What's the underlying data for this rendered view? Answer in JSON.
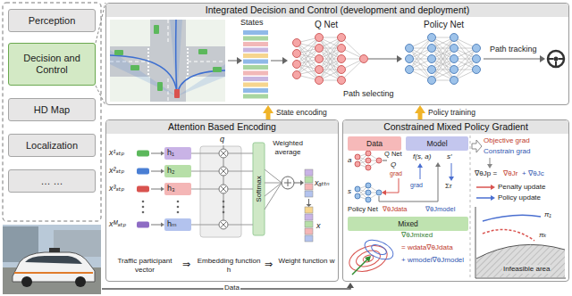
{
  "diagram": {
    "nodes": [
      {
        "text": [
          "Perception"
        ]
      },
      {
        "text": [
          "Decision and Control"
        ]
      },
      {
        "text": [
          "HD Map"
        ]
      },
      {
        "text": [
          "Localization"
        ]
      },
      {
        "text": [
          "… …"
        ]
      },
      {
        "text": [
          "Integrated Decision and Control (development and deployment)"
        ]
      },
      {
        "text": [
          "Attention Based Encoding"
        ]
      },
      {
        "text": [
          "Constrained Mixed Policy Gradient"
        ]
      },
      {
        "text": [
          "Data"
        ],
        "in": 7
      },
      {
        "text": [
          "Model"
        ],
        "in": 7
      },
      {
        "text": [
          "Mixed"
        ],
        "in": 7
      }
    ],
    "edges": [
      {
        "from": 1,
        "to": 5,
        "arrow": "none"
      },
      {
        "from": 6,
        "to": 5,
        "label": "State encoding",
        "arrow": "to"
      },
      {
        "from": 7,
        "to": 5,
        "label": "Policy training",
        "arrow": "to"
      }
    ],
    "labels": [
      "States",
      "Q Net",
      "Path selecting",
      "Policy Net",
      "Path tracking",
      "x¹ₛₜₚ",
      "x²ₛₜₚ",
      "x³ₛₜₚ",
      "xᴹₛₜₚ",
      "h₁",
      "h₂",
      "h₃",
      "hₘ",
      "q",
      "Softmax",
      "Weighted average",
      "xₐₜₜₙ",
      "x",
      "Traffic participant vector",
      "⇒",
      "Embedding function h",
      "⇒",
      "Weight function w",
      "Q Net",
      "Q",
      "grad",
      "Policy Net",
      "s",
      "a",
      "f(s, a)",
      "s′",
      "Σr",
      "grad",
      "∇θJdata",
      "∇θJmodel",
      "∇θJmixed",
      "= wdata∇θJdata",
      "+ wmodel∇θJmodel",
      "Objective grad",
      "Constrain grad",
      "∇θJp =",
      "∇θJr",
      "+ ∇θJc",
      "Penalty update",
      "Policy update",
      "π₁",
      "πₖ",
      "Infeasible area",
      "Data"
    ]
  }
}
